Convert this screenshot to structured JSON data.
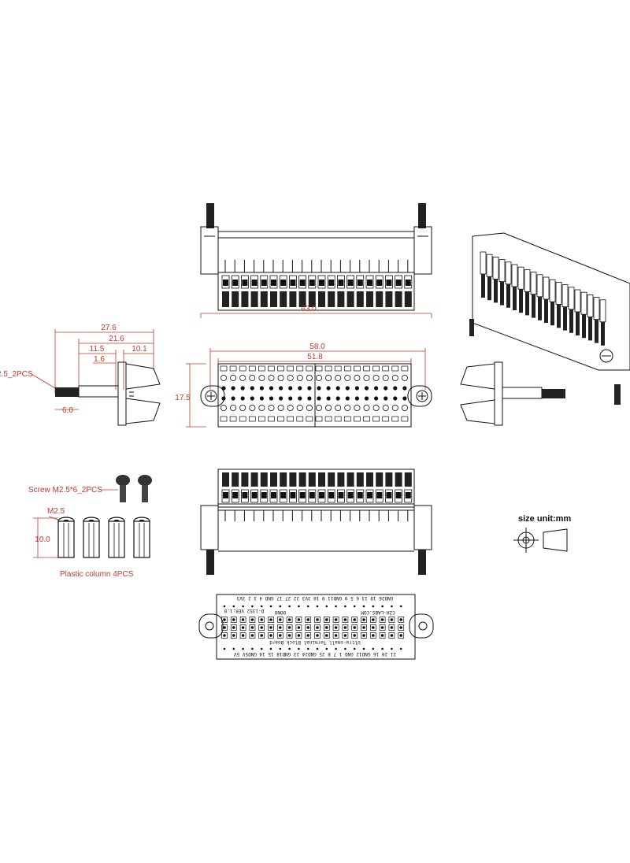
{
  "dimensions": {
    "front_width": "63.0",
    "side_total": "27.6",
    "side_mid": "21.6",
    "side_a": "11.5",
    "side_b": "10.1",
    "side_c": "1.6",
    "side_bottom": "6.0",
    "side_screw": "2.5_2PCS",
    "top_outer": "58.0",
    "top_inner": "51.8",
    "top_height": "17.5",
    "column_height": "10.0"
  },
  "labels": {
    "screw": "Screw  M2.5*6_2PCS",
    "column_thread": "M2.5",
    "plastic_column": "Plastic column 4PCS",
    "size_unit": "size unit:mm"
  },
  "pcb": {
    "top_row": "GND26 19 13 6 5 0 GND11 9 10 3V3 22 27 17 GND 4 3 2 3V3",
    "brand": "OONO",
    "model": "D-1352 VER:1.0",
    "website": "CZH-LABS.COM",
    "title": "Ultra-small Terminal Block Board",
    "bottom_row": "21 20 16 GND12 GND 1 7 8 25 GND24 23 GND18 15 14 GND5V 5V"
  },
  "colors": {
    "dimension": "#c0392b",
    "ink": "#111111"
  }
}
